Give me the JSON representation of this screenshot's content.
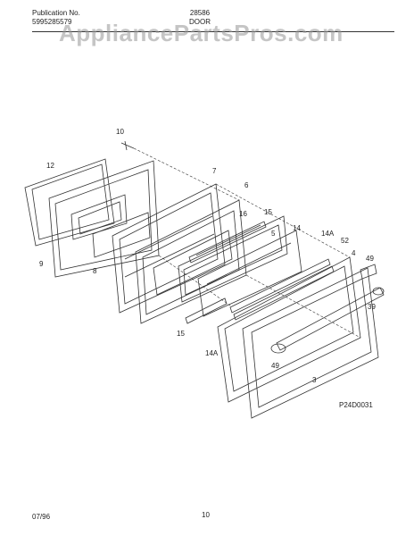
{
  "header": {
    "publication_label": "Publication No.",
    "publication_number": "5995285579",
    "model": "28586",
    "section": "DOOR"
  },
  "watermark": "AppliancePartsPros.com",
  "footer": {
    "date": "07/96",
    "page": "10"
  },
  "drawing_id": "P24D0031",
  "callouts": {
    "c10": "10",
    "c12": "12",
    "c9": "9",
    "c8": "8",
    "c7": "7",
    "c6": "6",
    "c16": "16",
    "c15a": "15",
    "c5": "5",
    "c14": "14",
    "c14A_a": "14A",
    "c52": "52",
    "c4": "4",
    "c49a": "49",
    "c39": "39",
    "c15b": "15",
    "c14A_b": "14A",
    "c49b": "49",
    "c3": "3"
  }
}
